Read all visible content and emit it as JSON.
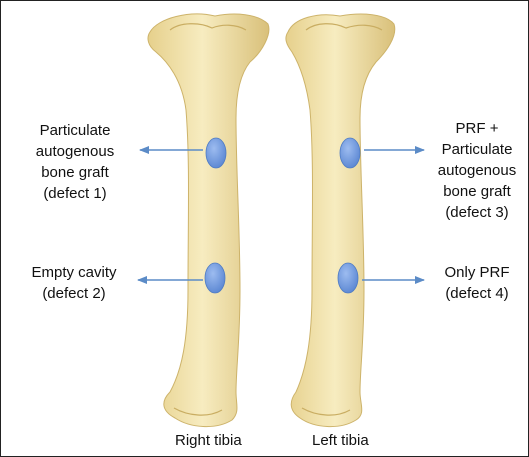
{
  "figure": {
    "labels": {
      "defect1": [
        "Particulate",
        "autogenous",
        "bone graft",
        "(defect 1)"
      ],
      "defect2": [
        "Empty cavity",
        "(defect 2)"
      ],
      "defect3": [
        "PRF +",
        "Particulate",
        "autogenous",
        "bone graft",
        "(defect 3)"
      ],
      "defect4": [
        "Only PRF",
        "(defect 4)"
      ]
    },
    "captions": {
      "right": "Right tibia",
      "left": "Left tibia"
    }
  },
  "colors": {
    "bone_fill": "#f0e2a8",
    "bone_shadow": "#d8c27c",
    "defect_fill": "#6f9ae0",
    "arrow": "#5b8bc7"
  }
}
